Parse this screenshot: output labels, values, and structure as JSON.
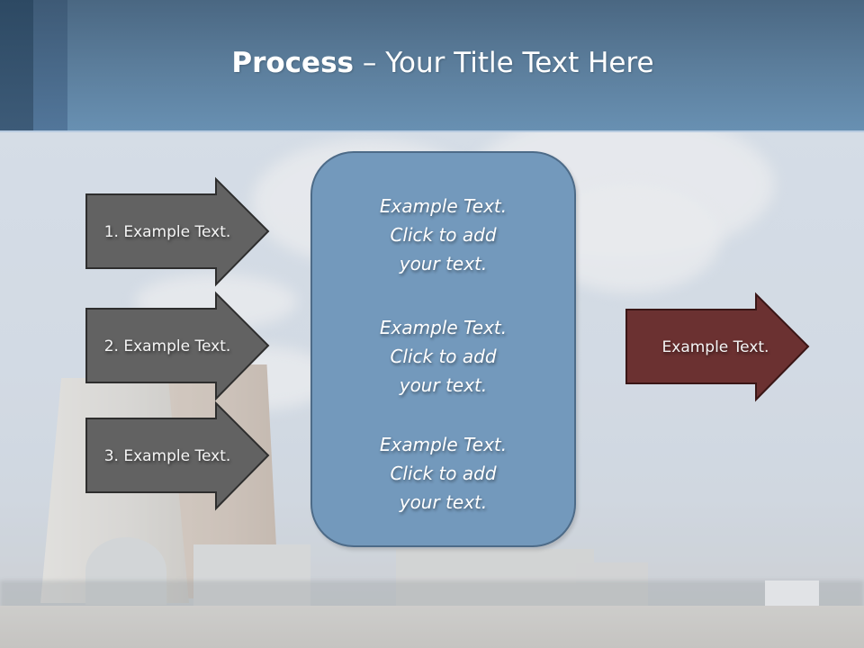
{
  "header": {
    "title_bold": "Process",
    "title_rest": " – Your Title Text Here"
  },
  "left_arrows": [
    {
      "label": "1. Example Text."
    },
    {
      "label": "2. Example Text."
    },
    {
      "label": "3. Example Text."
    }
  ],
  "center_box": {
    "blocks": [
      {
        "lines": [
          "Example Text.",
          "Click  to add",
          "your text."
        ]
      },
      {
        "lines": [
          "Example Text.",
          "Click  to add",
          "your text."
        ]
      },
      {
        "lines": [
          "Example Text.",
          "Click  to add",
          "your text."
        ]
      }
    ]
  },
  "right_arrow": {
    "label": "Example Text."
  },
  "colors": {
    "header_top": "#4a6782",
    "header_bottom": "#6890b2",
    "left_arrow_fill": "#626262",
    "left_arrow_stroke": "#2e2e2e",
    "center_box_fill": "#7399bc",
    "center_box_stroke": "#4d6b88",
    "right_arrow_fill": "#6b3131",
    "right_arrow_stroke": "#3a1616"
  }
}
